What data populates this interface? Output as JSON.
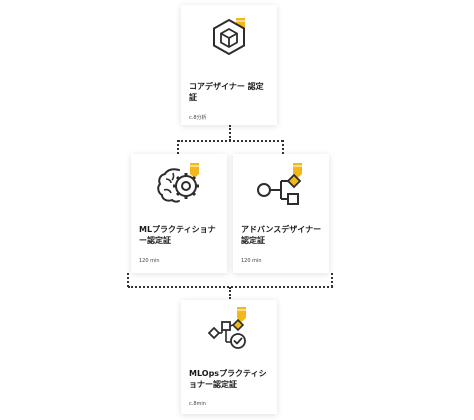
{
  "colors": {
    "accent": "#f2b81a",
    "line": "#2d2d2d",
    "text": "#1a1a1a"
  },
  "cards": [
    {
      "title": "コアデザイナー 認定証",
      "duration": "c.8分析",
      "icon": "cube-icon"
    },
    {
      "title": "MLプラクティショナー認定証",
      "duration": "120 min",
      "icon": "brain-gear-icon"
    },
    {
      "title": "アドバンスデザイナー認定証",
      "duration": "120 min",
      "icon": "flow-shapes-icon"
    },
    {
      "title": "MLOpsプラクティショナー認定証",
      "duration": "c.8min",
      "icon": "flow-check-icon"
    }
  ]
}
